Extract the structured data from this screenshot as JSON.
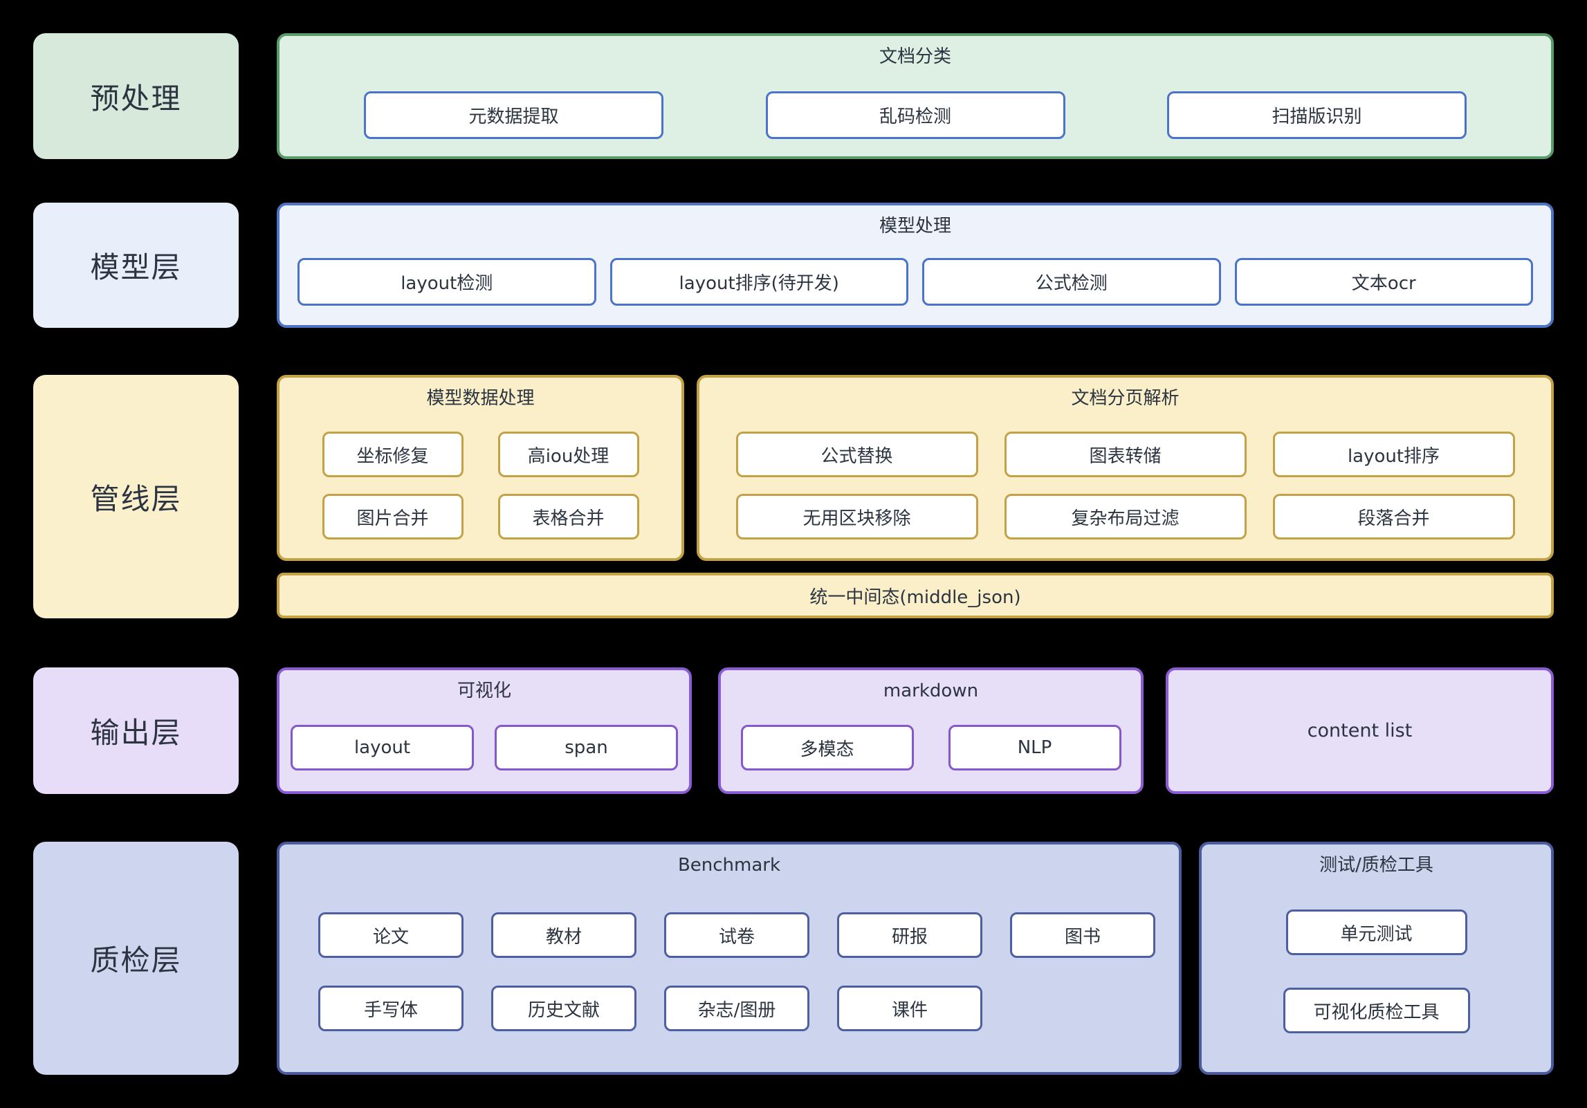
{
  "colors": {
    "background": "#000000",
    "green_border": "#5a9b6a",
    "green_fill": "#def0e3",
    "blue_border": "#4e73c5",
    "blue_fill": "#eef2fb",
    "yellow_border": "#c3a145",
    "yellow_fill": "#faefc9",
    "purple_border": "#8a5ed2",
    "purple_fill": "#e7def7",
    "periwinkle_border": "#4a5c9c",
    "periwinkle_fill": "#ccd4ee",
    "node_fill": "#ffffff",
    "text": "#2b3440"
  },
  "layers": {
    "preprocess": {
      "label": "预处理",
      "container": {
        "title": "文档分类",
        "boxes": [
          "元数据提取",
          "乱码检测",
          "扫描版识别"
        ]
      }
    },
    "model": {
      "label": "模型层",
      "container": {
        "title": "模型处理",
        "boxes": [
          "layout检测",
          "layout排序(待开发)",
          "公式检测",
          "文本ocr"
        ]
      }
    },
    "pipeline": {
      "label": "管线层",
      "model_data": {
        "title": "模型数据处理",
        "boxes": [
          "坐标修复",
          "高iou处理",
          "图片合并",
          "表格合并"
        ]
      },
      "doc_parse": {
        "title": "文档分页解析",
        "boxes": [
          "公式替换",
          "图表转储",
          "layout排序",
          "无用区块移除",
          "复杂布局过滤",
          "段落合并"
        ]
      },
      "middle_state": "统一中间态(middle_json)"
    },
    "output": {
      "label": "输出层",
      "visualization": {
        "title": "可视化",
        "boxes": [
          "layout",
          "span"
        ]
      },
      "markdown": {
        "title": "markdown",
        "boxes": [
          "多模态",
          "NLP"
        ]
      },
      "content_list": {
        "title": "content list"
      }
    },
    "qa": {
      "label": "质检层",
      "benchmark": {
        "title": "Benchmark",
        "row1": [
          "论文",
          "教材",
          "试卷",
          "研报",
          "图书"
        ],
        "row2": [
          "手写体",
          "历史文献",
          "杂志/图册",
          "课件"
        ]
      },
      "tools": {
        "title": "测试/质检工具",
        "boxes": [
          "单元测试",
          "可视化质检工具"
        ]
      }
    }
  }
}
